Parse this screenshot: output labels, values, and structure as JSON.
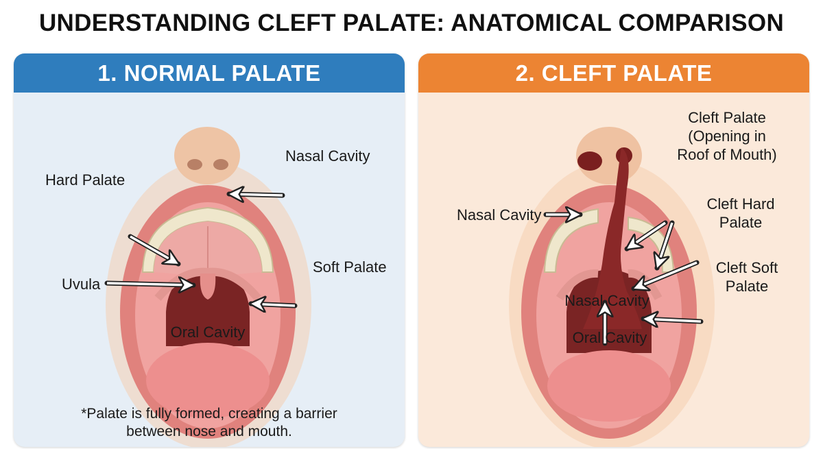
{
  "title": "UNDERSTANDING CLEFT PALATE: ANATOMICAL COMPARISON",
  "panels": {
    "normal": {
      "heading": "1. NORMAL PALATE",
      "labels": {
        "nasal_cavity": "Nasal Cavity",
        "hard_palate": "Hard Palate",
        "soft_palate": "Soft Palate",
        "uvula": "Uvula",
        "oral_cavity": "Oral Cavity"
      },
      "note_line1": "*Palate is fully formed, creating a barrier",
      "note_line2": "between nose and mouth."
    },
    "cleft": {
      "heading": "2. CLEFT PALATE",
      "labels": {
        "nasal_cavity_left": "Nasal Cavity",
        "cleft_palate_line1": "Cleft Palate",
        "cleft_palate_line2": "(Opening in",
        "cleft_palate_line3": "Roof of Mouth)",
        "cleft_hard_line1": "Cleft Hard",
        "cleft_hard_line2": "Palate",
        "cleft_soft_line1": "Cleft Soft",
        "cleft_soft_line2": "Palate",
        "nasal_cavity_inner": "Nasal Cavity",
        "oral_cavity": "Oral Cavity"
      }
    }
  },
  "colors": {
    "normal_header": "#2f7dbd",
    "cleft_header": "#ec8433",
    "normal_bg": "#e6eef6",
    "cleft_bg": "#fbe9da"
  }
}
